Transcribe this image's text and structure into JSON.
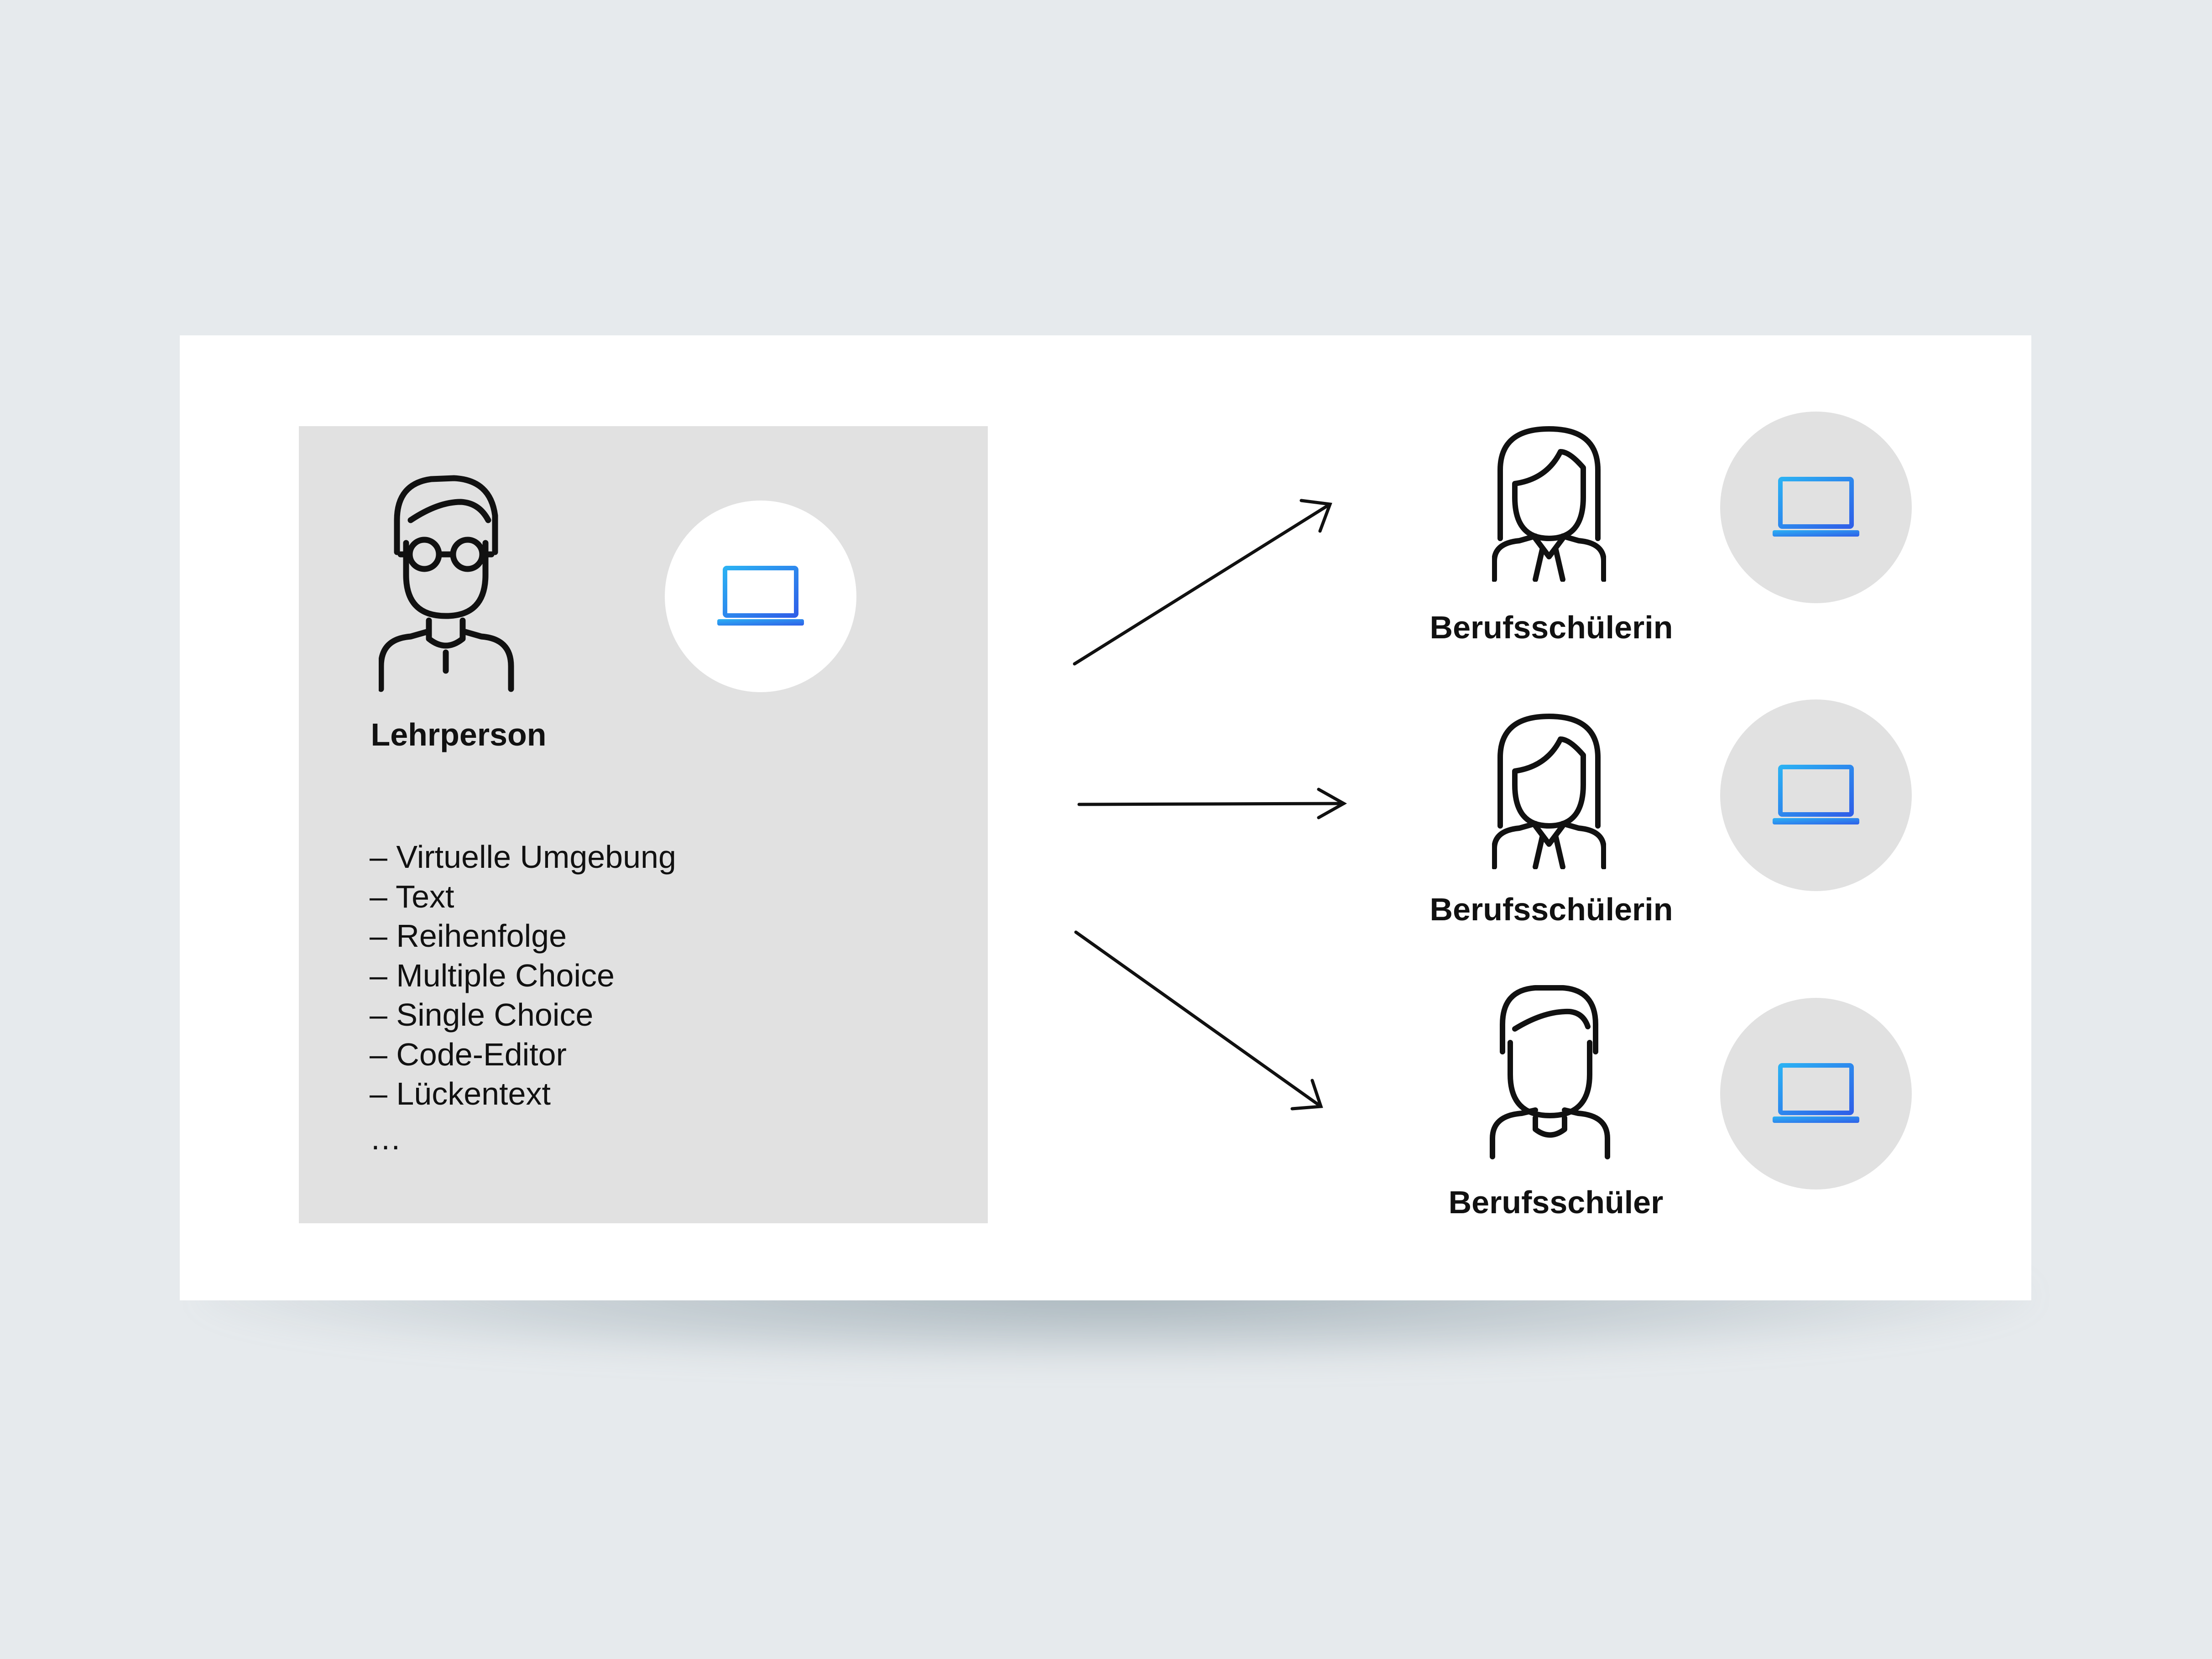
{
  "colors": {
    "background": "#e6eaed",
    "card": "#ffffff",
    "panel": "#e1e1e1",
    "laptop_gradient_start": "#2bb1f3",
    "laptop_gradient_end": "#2f5fe8",
    "ink": "#111111"
  },
  "teacher": {
    "label": "Lehrperson",
    "icon": "teacher-with-glasses-icon",
    "device_icon": "laptop-icon"
  },
  "features": {
    "items": [
      "– Virtuelle Umgebung",
      "– Text",
      "– Reihenfolge",
      "– Multiple Choice",
      "– Single Choice",
      "– Code-Editor",
      "– Lückentext"
    ],
    "ellipsis": "…"
  },
  "students": [
    {
      "label": "Berufsschülerin",
      "icon": "female-student-icon",
      "device_icon": "laptop-icon"
    },
    {
      "label": "Berufsschülerin",
      "icon": "female-student-icon",
      "device_icon": "laptop-icon"
    },
    {
      "label": "Berufsschüler",
      "icon": "male-student-icon",
      "device_icon": "laptop-icon"
    }
  ]
}
